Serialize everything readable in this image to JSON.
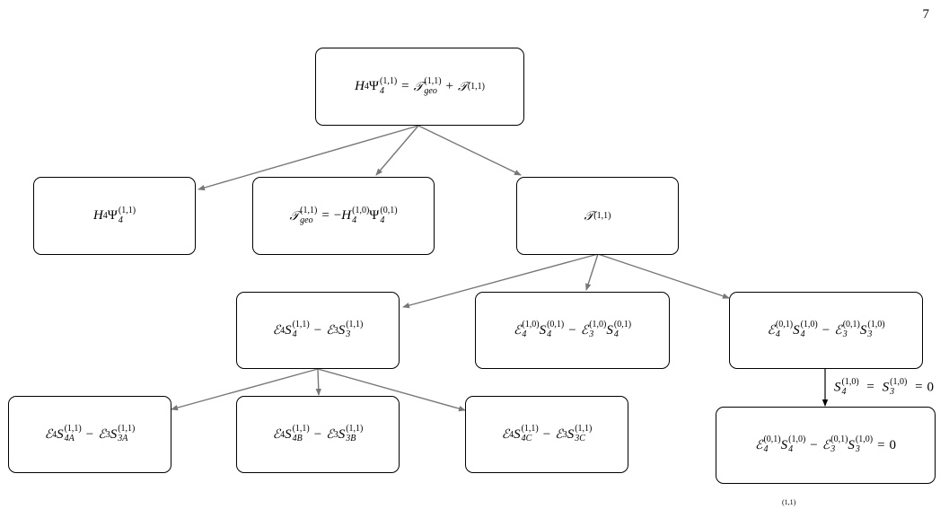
{
  "page": {
    "number": "7"
  },
  "nodes": {
    "root": {
      "lhs": "H₄Ψ₄^(1,1) = 𝒯_geo^(1,1) + 𝒯^(1,1)"
    },
    "a": {
      "lhs": "H₄Ψ₄^(1,1)"
    },
    "b": {
      "lhs": "𝒯_geo^(1,1) = −H₄^(1,0)Ψ₄^(0,1)"
    },
    "c": {
      "lhs": "𝒯^(1,1)"
    },
    "c1": {
      "lhs": "ℰ₄S₄^(1,1) − ℰ₃S₃^(1,1)"
    },
    "c2": {
      "lhs": "ℰ₄^(1,0)S₄^(0,1) − ℰ₃^(1,0)S₄^(0,1)"
    },
    "c3": {
      "lhs": "ℰ₄^(0,1)S₄^(1,0) − ℰ₃^(0,1)S₃^(1,0)"
    },
    "d1": {
      "lhs": "ℰ₄S_4A^(1,1) − ℰ₃S_3A^(1,1)"
    },
    "d2": {
      "lhs": "ℰ₄S_4B^(1,1) − ℰ₃S_3B^(1,1)"
    },
    "d3": {
      "lhs": "ℰ₄S_4C^(1,1) − ℰ₃S_3C^(1,1)"
    },
    "e": {
      "lhs": "ℰ₄^(0,1)S₄^(1,0) − ℰ₃^(0,1)S₃^(1,0) = 0"
    }
  },
  "edge_label": "S₄^(1,0) = S₃^(1,0) = 0",
  "fragment": "(1,1)",
  "symbols": {
    "H": "H",
    "Psi": "Ψ",
    "T": "𝒯",
    "E": "ℰ",
    "S": "S",
    "eq": "=",
    "plus": "+",
    "minus": "−",
    "zero": "0",
    "s4": "4",
    "s3": "3",
    "geo": "geo",
    "s4A": "4A",
    "s3A": "3A",
    "s4B": "4B",
    "s3B": "3B",
    "s4C": "4C",
    "s3C": "3C",
    "p11": "(1,1)",
    "p10": "(1,0)",
    "p01": "(0,1)"
  },
  "colors": {
    "edge": "#777777",
    "border": "#000000"
  }
}
